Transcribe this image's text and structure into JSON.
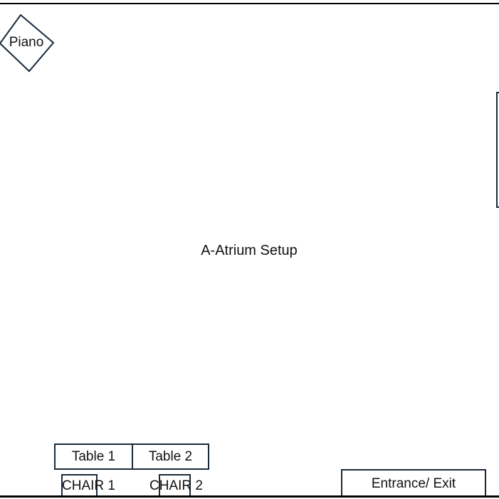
{
  "diagram": {
    "title": "A-Atrium Setup",
    "piano": {
      "label": "Piano"
    },
    "tables": [
      {
        "label": "Table 1"
      },
      {
        "label": "Table 2"
      }
    ],
    "chairs": [
      {
        "label": "CHAIR 1"
      },
      {
        "label": "CHAIR 2"
      }
    ],
    "entrance": {
      "label": "Entrance/ Exit"
    },
    "colors": {
      "outline": "#1a2a3a",
      "wall": "#000000",
      "background": "#ffffff"
    }
  }
}
